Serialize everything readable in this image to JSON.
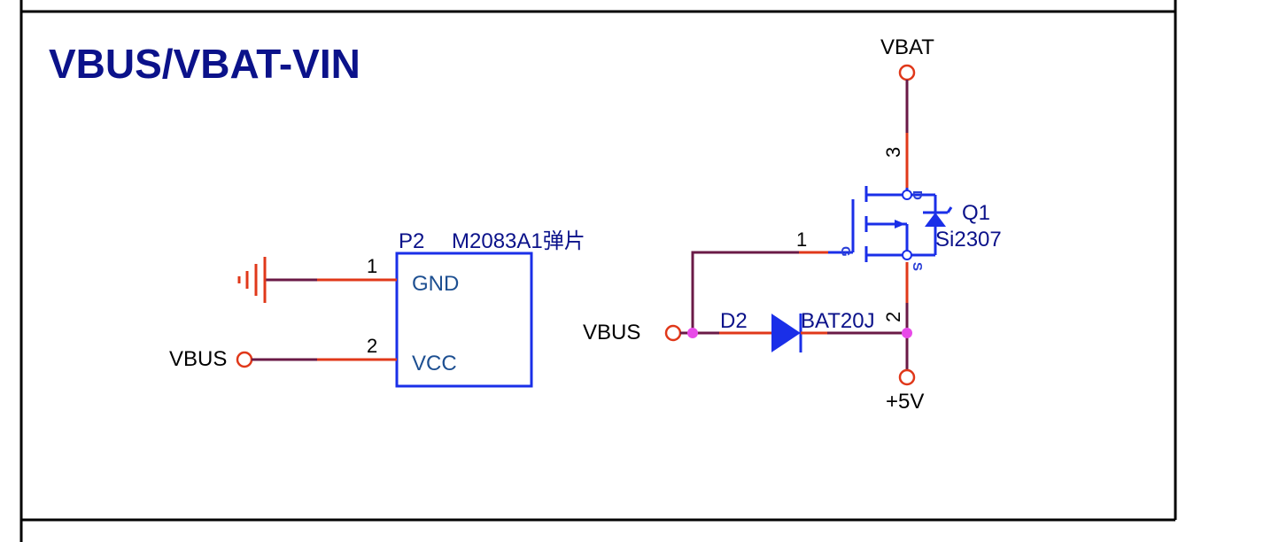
{
  "title": "VBUS/VBAT-VIN",
  "colors": {
    "wire": "#6a1a46",
    "pin": "#e0381a",
    "component": "#1a2fe8",
    "junction": "#e84ae8",
    "title": "#0b128a",
    "frame": "#000000"
  },
  "p2": {
    "designator": "P2",
    "part": "M2083A1弹片",
    "pins": [
      {
        "number": "1",
        "name": "GND"
      },
      {
        "number": "2",
        "name": "VCC"
      }
    ]
  },
  "ports": {
    "vbus_left": "VBUS",
    "vbus_right": "VBUS",
    "vbat": "VBAT",
    "plus5v": "+5V"
  },
  "d2": {
    "designator": "D2",
    "part": "BAT20J"
  },
  "q1": {
    "designator": "Q1",
    "part": "Si2307",
    "pin_gate": "1",
    "pin_source": "2",
    "pin_drain": "3",
    "gate_letter": "G",
    "source_letter": "S",
    "drain_letter": "D"
  },
  "icons": [
    "ground-icon",
    "port-circle-icon",
    "diode-icon",
    "pmos-icon",
    "junction-dot-icon"
  ]
}
